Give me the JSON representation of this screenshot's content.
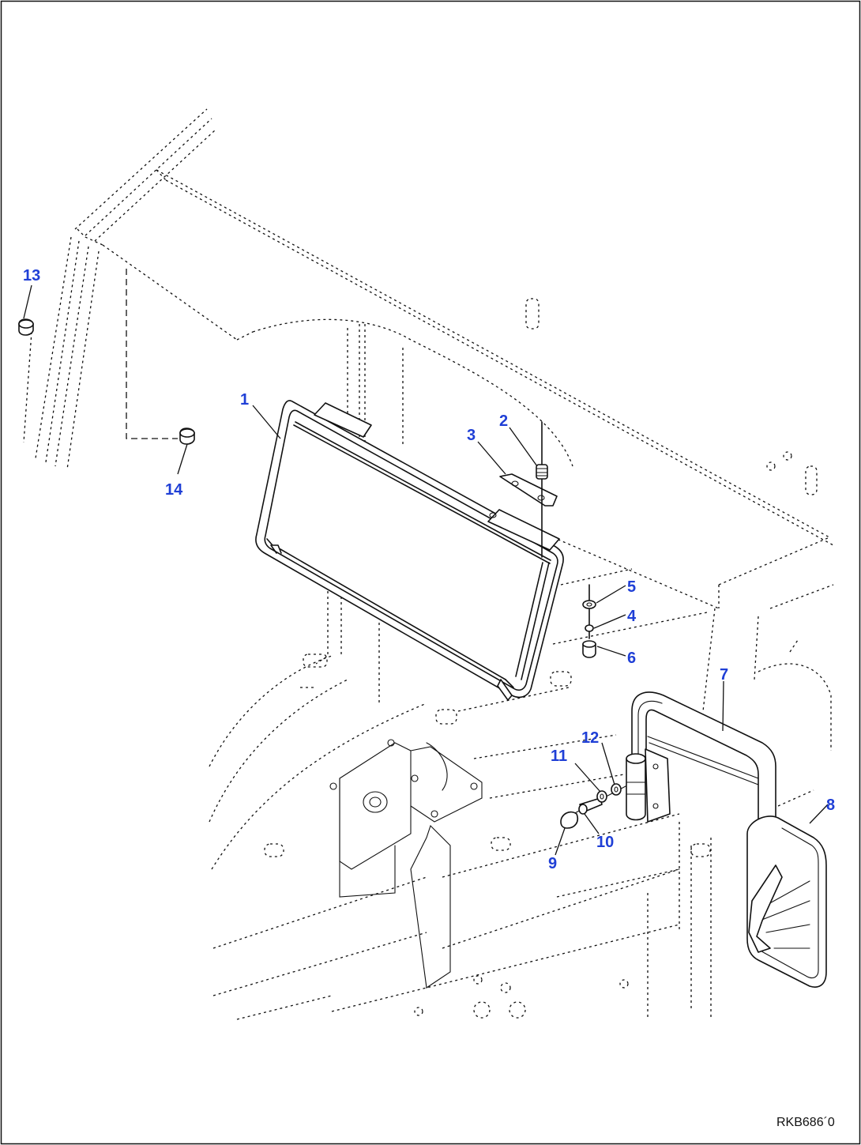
{
  "figure_code": "RKB686´0",
  "callouts": [
    {
      "id": "c1",
      "label": "1"
    },
    {
      "id": "c2",
      "label": "2"
    },
    {
      "id": "c3",
      "label": "3"
    },
    {
      "id": "c4",
      "label": "4"
    },
    {
      "id": "c5",
      "label": "5"
    },
    {
      "id": "c6",
      "label": "6"
    },
    {
      "id": "c7",
      "label": "7"
    },
    {
      "id": "c8",
      "label": "8"
    },
    {
      "id": "c9",
      "label": "9"
    },
    {
      "id": "c10",
      "label": "10"
    },
    {
      "id": "c11",
      "label": "11"
    },
    {
      "id": "c12",
      "label": "12"
    },
    {
      "id": "c13",
      "label": "13"
    },
    {
      "id": "c14",
      "label": "14"
    }
  ],
  "colors": {
    "callout": "#1f3fd6",
    "line": "#111111",
    "background": "#ffffff"
  }
}
